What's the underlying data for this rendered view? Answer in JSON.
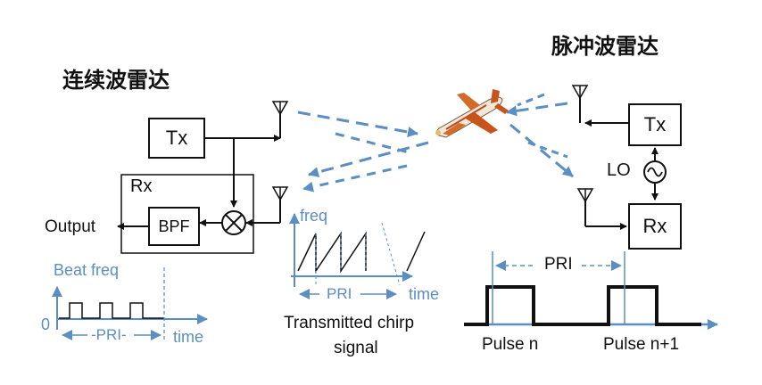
{
  "titles": {
    "cw_radar": "连续波雷达",
    "pulse_radar": "脉冲波雷达"
  },
  "cw": {
    "tx": "Tx",
    "rx": "Rx",
    "bpf": "BPF",
    "output": "Output",
    "beat_freq": "Beat freq",
    "zero": "0",
    "pri": "-PRI-",
    "time": "time"
  },
  "chirp": {
    "freq": "freq",
    "pri": "PRI",
    "time": "time",
    "caption_line1": "Transmitted chirp",
    "caption_line2": "signal"
  },
  "pulse": {
    "tx": "Tx",
    "rx": "Rx",
    "lo": "LO",
    "pri": "PRI",
    "pulse_n": "Pulse n",
    "pulse_n1": "Pulse n+1"
  },
  "colors": {
    "line": "#111111",
    "accent": "#5b8ec2"
  }
}
